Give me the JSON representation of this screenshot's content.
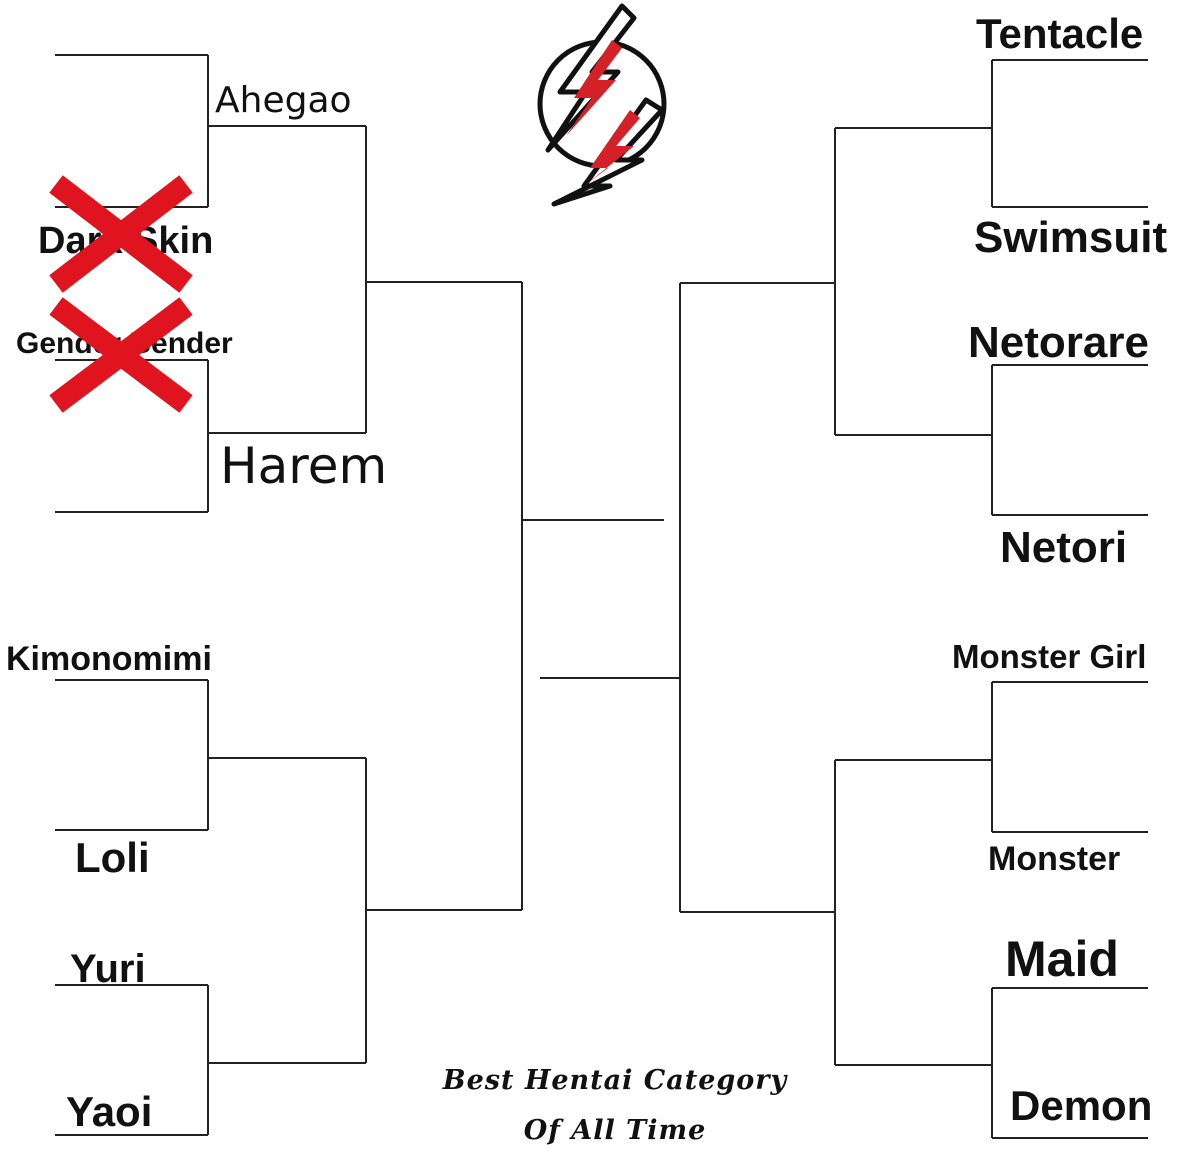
{
  "title_lines": [
    "Best Hentai Category",
    "Of All Time"
  ],
  "left": {
    "top": {
      "ahegao": "Ahegao",
      "dark_skin": "Dark Skin",
      "gender_bender": "Gender Bender",
      "harem": "Harem"
    },
    "bottom": {
      "kimonomimi": "Kimonomimi",
      "loli": "Loli",
      "yuri": "Yuri",
      "yaoi": "Yaoi"
    }
  },
  "right": {
    "top": {
      "tentacle": "Tentacle",
      "swimsuit": "Swimsuit",
      "netorare": "Netorare",
      "netori": "Netori"
    },
    "bottom": {
      "monster_girl": "Monster Girl",
      "monster": "Monster",
      "maid": "Maid",
      "demon": "Demon"
    }
  },
  "eliminated": [
    "Dark Skin",
    "Gender Bender"
  ],
  "colors": {
    "logo_red": "#d42027",
    "cross_red": "#e0141e",
    "line": "#222222"
  }
}
